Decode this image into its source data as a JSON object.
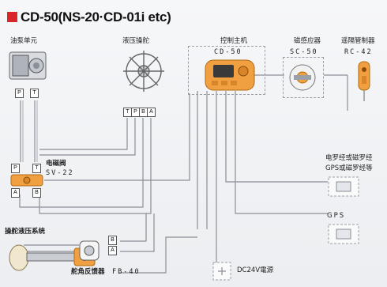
{
  "title": "CD-50(NS-20·CD-01i etc)",
  "brand_color": "#d9262b",
  "accent_orange": "#f0a040",
  "components": {
    "oil_pump": {
      "label": "油泵单元",
      "ports": [
        "P",
        "T"
      ]
    },
    "hydraulic_helm": {
      "label": "液压操舵",
      "ports": [
        "T",
        "P",
        "B",
        "A"
      ]
    },
    "controller": {
      "label": "控制主机",
      "code": "CD-50"
    },
    "sensor": {
      "label": "磁感应器",
      "code": "SC-50"
    },
    "remote": {
      "label": "遥隔管制器",
      "code": "RC-42"
    },
    "solenoid": {
      "label": "电磁阀",
      "code": "SV-22",
      "ports": [
        "P",
        "T",
        "A",
        "B"
      ]
    },
    "steering_system": {
      "label": "操舵液压系统",
      "ports": [
        "B",
        "A"
      ]
    },
    "rudder_feedback": {
      "label": "舵角反馈器",
      "code": "FB-40"
    },
    "compass": {
      "label_line1": "电罗经或磁罗经",
      "label_line2": "GPS或磁罗经等"
    },
    "gps": {
      "label": "GPS"
    },
    "power": {
      "label": "DC24V電源"
    }
  },
  "icons": [
    "title-marker-icon",
    "pump-icon",
    "helm-wheel-icon",
    "controller-icon",
    "sensor-icon",
    "remote-icon",
    "solenoid-icon",
    "cylinder-icon",
    "feedback-icon",
    "compass-icon",
    "gps-icon",
    "power-icon"
  ]
}
